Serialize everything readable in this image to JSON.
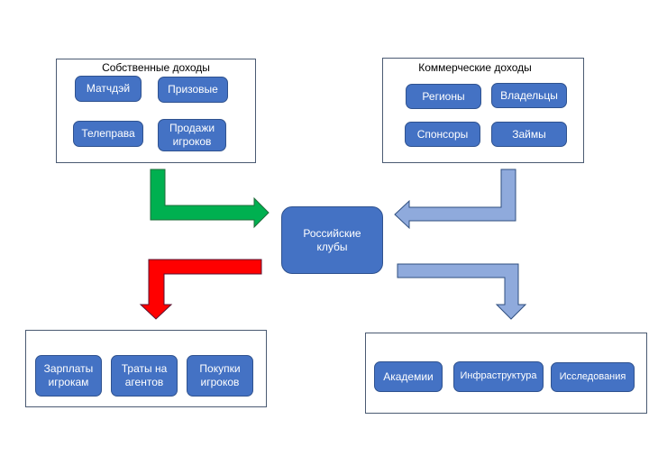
{
  "diagram": {
    "center": {
      "label": "Российские\nклубы"
    },
    "own_income": {
      "title": "Собственные доходы",
      "items": [
        "Матчдэй",
        "Призовые",
        "Телеправа",
        "Продажи\nигроков"
      ]
    },
    "commercial_income": {
      "title": "Коммерческие доходы",
      "items": [
        "Регионы",
        "Владельцы",
        "Спонсоры",
        "Займы"
      ]
    },
    "player_expenses": {
      "title": "",
      "items": [
        "Зарплаты\nигрокам",
        "Траты на\nагентов",
        "Покупки\nигроков"
      ]
    },
    "development_expenses": {
      "title": "",
      "items": [
        "Академии",
        "Инфраструктура",
        "Исследования"
      ]
    },
    "arrows": [
      {
        "from": "own_income",
        "to": "center",
        "color": "#00b050"
      },
      {
        "from": "commercial_income",
        "to": "center",
        "color": "#8faadc"
      },
      {
        "from": "center",
        "to": "player_expenses",
        "color": "#ff0000"
      },
      {
        "from": "center",
        "to": "development_expenses",
        "color": "#8faadc"
      }
    ],
    "colors": {
      "node_fill": "#4472c4",
      "node_border": "#2f528f",
      "group_border": "#4a5a72"
    }
  }
}
